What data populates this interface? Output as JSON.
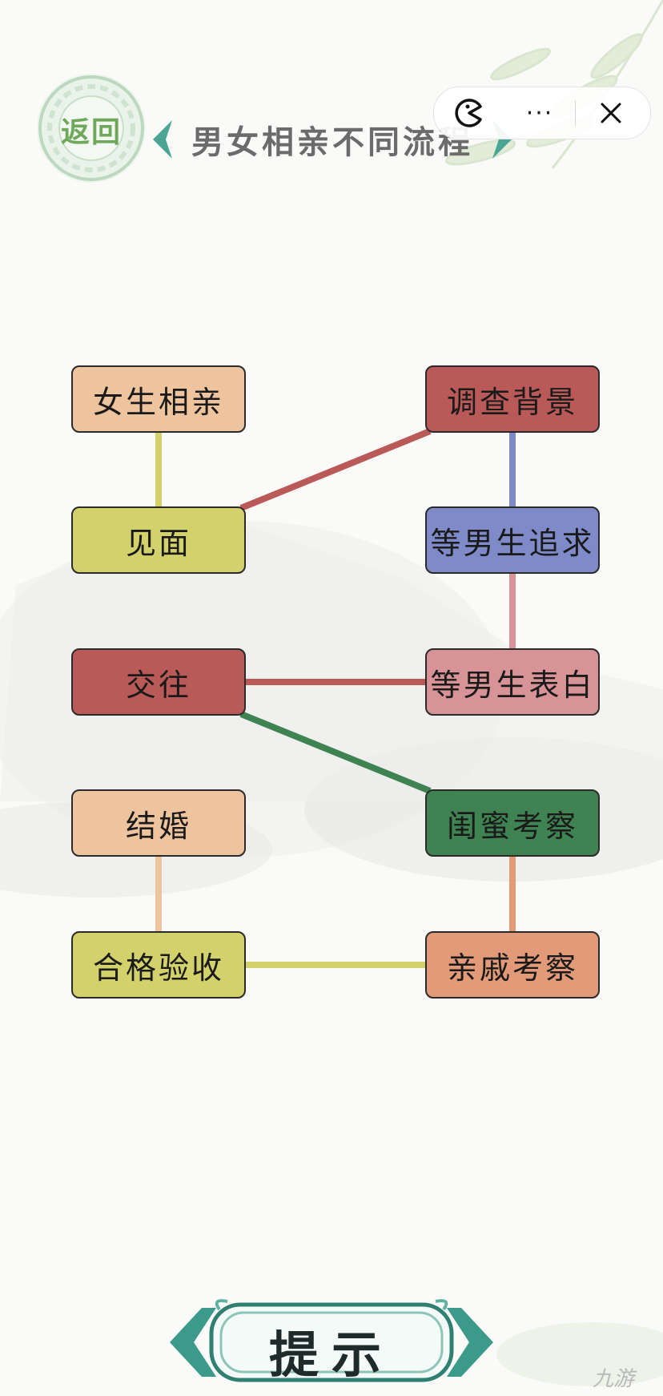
{
  "header": {
    "back_label": "返回",
    "title": "男女相亲不同流程"
  },
  "menu_capsule": {
    "more_label": "···",
    "close_label": "✕",
    "icons": [
      "pacman-icon",
      "more-icon",
      "close-icon"
    ]
  },
  "nodes": [
    {
      "id": "n1",
      "label": "女生相亲",
      "color": "#eec49f"
    },
    {
      "id": "n2",
      "label": "调查背景",
      "color": "#b95a58"
    },
    {
      "id": "n3",
      "label": "见面",
      "color": "#d3d16b"
    },
    {
      "id": "n4",
      "label": "等男生追求",
      "color": "#7f8bc9"
    },
    {
      "id": "n5",
      "label": "交往",
      "color": "#b95a58"
    },
    {
      "id": "n6",
      "label": "等男生表白",
      "color": "#d89396"
    },
    {
      "id": "n7",
      "label": "结婚",
      "color": "#eec49f"
    },
    {
      "id": "n8",
      "label": "闺蜜考察",
      "color": "#3f8352"
    },
    {
      "id": "n9",
      "label": "合格验收",
      "color": "#d3d16b"
    },
    {
      "id": "n10",
      "label": "亲戚考察",
      "color": "#e39a79"
    }
  ],
  "connections": [
    {
      "from": "n1",
      "to": "n3",
      "color": "#d3d16b"
    },
    {
      "from": "n3",
      "to": "n2",
      "color": "#b95a58"
    },
    {
      "from": "n2",
      "to": "n4",
      "color": "#7f8bc9"
    },
    {
      "from": "n4",
      "to": "n6",
      "color": "#d89396"
    },
    {
      "from": "n6",
      "to": "n5",
      "color": "#b95a58"
    },
    {
      "from": "n5",
      "to": "n8",
      "color": "#3f8352"
    },
    {
      "from": "n8",
      "to": "n10",
      "color": "#e39a79"
    },
    {
      "from": "n10",
      "to": "n9",
      "color": "#d3d16b"
    },
    {
      "from": "n9",
      "to": "n7",
      "color": "#eec49f"
    }
  ],
  "hint": {
    "label": "提示"
  },
  "watermark": "九游"
}
